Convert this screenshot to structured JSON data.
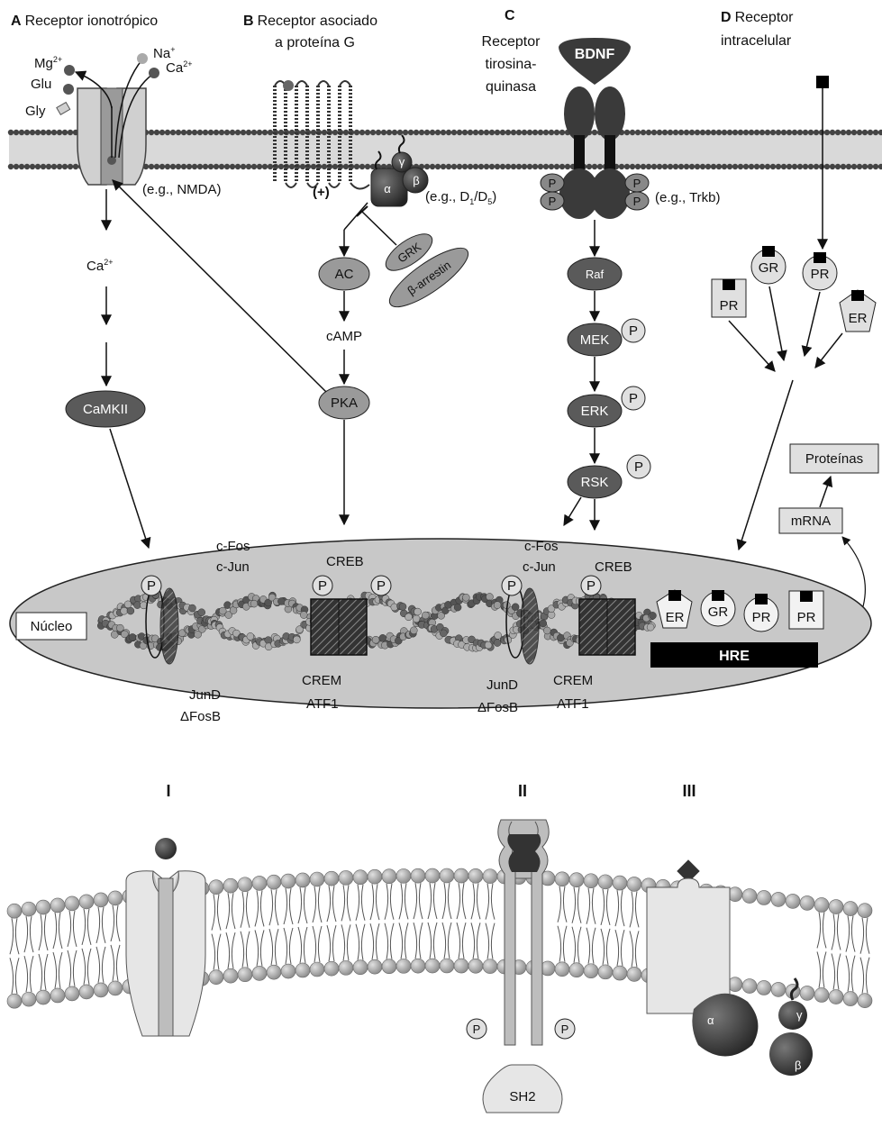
{
  "panels": {
    "a": {
      "letter": "A",
      "title": "Receptor  ionotrópico",
      "example": "(e.g., NMDA)"
    },
    "b": {
      "letter": "B",
      "title_line1": "Receptor asociado",
      "title_line2": "a proteína G",
      "example_prefix": "(e.g., D",
      "example_sub1": "1",
      "example_mid": "/D",
      "example_sub2": "5",
      "example_suffix": ")",
      "plus": "(+)"
    },
    "c": {
      "letter": "C",
      "title_line1": "Receptor",
      "title_line2": "tirosina-",
      "title_line3": "quinasa",
      "example": "(e.g., Trkb)"
    },
    "d": {
      "letter": "D",
      "title_line1": "Receptor",
      "title_line2": "intracelular"
    }
  },
  "ions": {
    "mg": "Mg",
    "mg_sup": "2+",
    "glu": "Glu",
    "gly": "Gly",
    "na": "Na",
    "na_sup": "+",
    "ca": "Ca",
    "ca_sup": "2+"
  },
  "pathway_a": {
    "ca": "Ca",
    "ca_sup": "2+",
    "camkii": "CaMKII"
  },
  "pathway_b": {
    "alpha": "α",
    "gamma": "γ",
    "beta": "β",
    "grk": "GRK",
    "arrestin": "β-arrestin",
    "ac": "AC",
    "camp": "cAMP",
    "pka": "PKA"
  },
  "pathway_c": {
    "ligand": "BDNF",
    "p": "P",
    "raf": "Raf",
    "mek": "MEK",
    "erk": "ERK",
    "rsk": "RSK"
  },
  "pathway_d": {
    "gr": "GR",
    "pr": "PR",
    "er": "ER",
    "proteins": "Proteínas",
    "mrna": "mRNA"
  },
  "nucleus": {
    "label": "Núcleo",
    "cfos": "c-Fos",
    "cjun": "c-Jun",
    "creb": "CREB",
    "jund": "JunD",
    "dfosb": "ΔFosB",
    "crem": "CREM",
    "atf1": "ATF1",
    "hre": "HRE",
    "p": "P",
    "er": "ER",
    "gr": "GR",
    "pr": "PR"
  },
  "bottom": {
    "i": "I",
    "ii": "II",
    "iii": "III",
    "sh2": "SH2",
    "p": "P",
    "alpha": "α",
    "gamma": "γ",
    "beta": "β"
  },
  "colors": {
    "membrane": "#d9d9d9",
    "dark_node": "#5a5a5a",
    "light_node": "#bfbfbf",
    "nucleus": "#c8c8c8",
    "hre": "#000000"
  }
}
